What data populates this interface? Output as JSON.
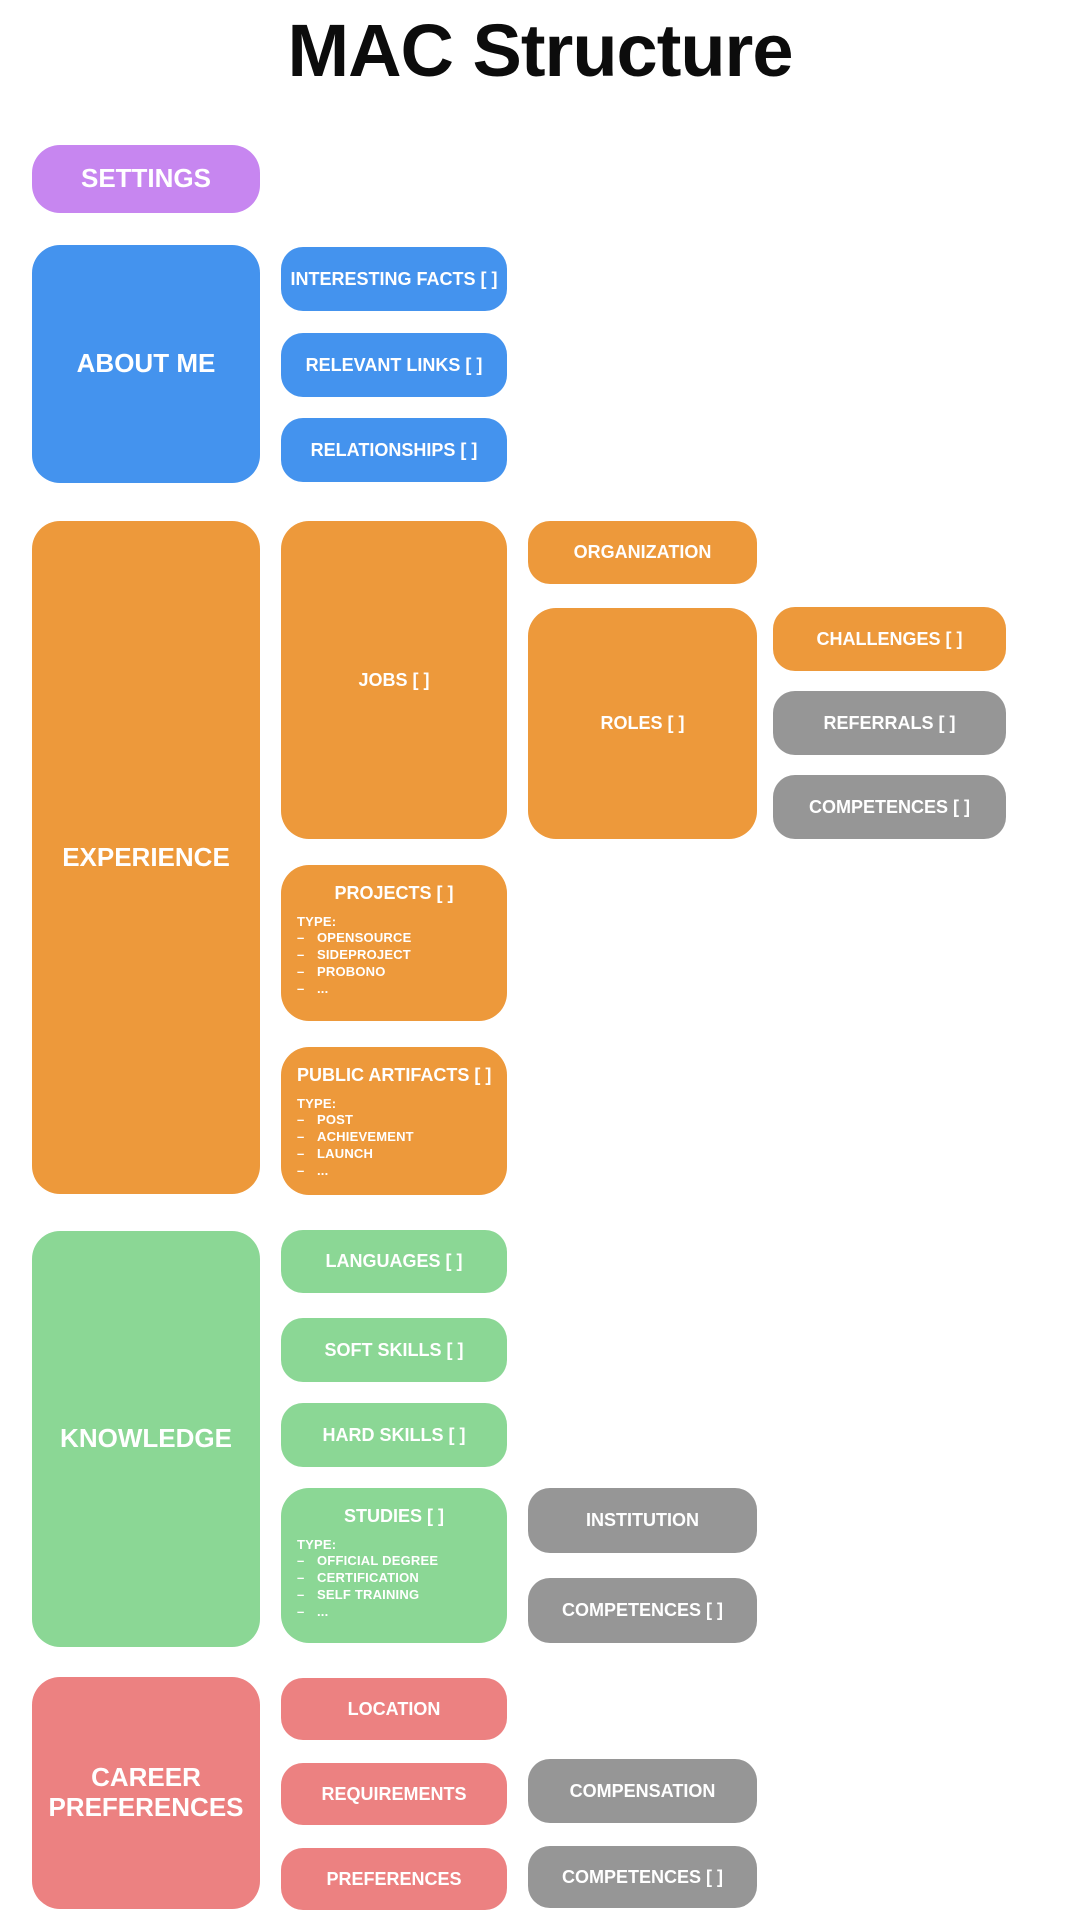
{
  "title": "MAC Structure",
  "list_dash": "–",
  "colors": {
    "purple": "#c786f0",
    "blue": "#4493ee",
    "orange": "#ed993b",
    "green": "#8bd795",
    "red": "#ec8181",
    "gray": "#969696"
  },
  "blocks": {
    "settings": {
      "label": "SETTINGS"
    },
    "about_me": {
      "label": "ABOUT ME"
    },
    "interesting_facts": {
      "label": "INTERESTING FACTS [ ]"
    },
    "relevant_links": {
      "label": "RELEVANT LINKS [ ]"
    },
    "relationships": {
      "label": "RELATIONSHIPS [ ]"
    },
    "experience": {
      "label": "EXPERIENCE"
    },
    "jobs": {
      "label": "JOBS [ ]"
    },
    "organization": {
      "label": "ORGANIZATION"
    },
    "roles": {
      "label": "ROLES [ ]"
    },
    "challenges": {
      "label": "CHALLENGES [ ]"
    },
    "referrals": {
      "label": "REFERRALS [ ]"
    },
    "competences_roles": {
      "label": "COMPETENCES [ ]"
    },
    "projects": {
      "label": "PROJECTS [ ]",
      "type_label": "TYPE:",
      "types": [
        "OPENSOURCE",
        "SIDEPROJECT",
        "PROBONO",
        "..."
      ]
    },
    "public_artifacts": {
      "label": "PUBLIC ARTIFACTS [ ]",
      "type_label": "TYPE:",
      "types": [
        "POST",
        "ACHIEVEMENT",
        "LAUNCH",
        "..."
      ]
    },
    "knowledge": {
      "label": "KNOWLEDGE"
    },
    "languages": {
      "label": "LANGUAGES [ ]"
    },
    "soft_skills": {
      "label": "SOFT SKILLS [ ]"
    },
    "hard_skills": {
      "label": "HARD SKILLS [ ]"
    },
    "studies": {
      "label": "STUDIES [ ]",
      "type_label": "TYPE:",
      "types": [
        "OFFICIAL DEGREE",
        "CERTIFICATION",
        "SELF TRAINING",
        "..."
      ]
    },
    "institution": {
      "label": "INSTITUTION"
    },
    "competences_studies": {
      "label": "COMPETENCES [ ]"
    },
    "career_preferences": {
      "label": "CAREER PREFERENCES"
    },
    "location": {
      "label": "LOCATION"
    },
    "requirements": {
      "label": "REQUIREMENTS"
    },
    "preferences": {
      "label": "PREFERENCES"
    },
    "compensation": {
      "label": "COMPENSATION"
    },
    "competences_preferences": {
      "label": "COMPETENCES [ ]"
    }
  }
}
